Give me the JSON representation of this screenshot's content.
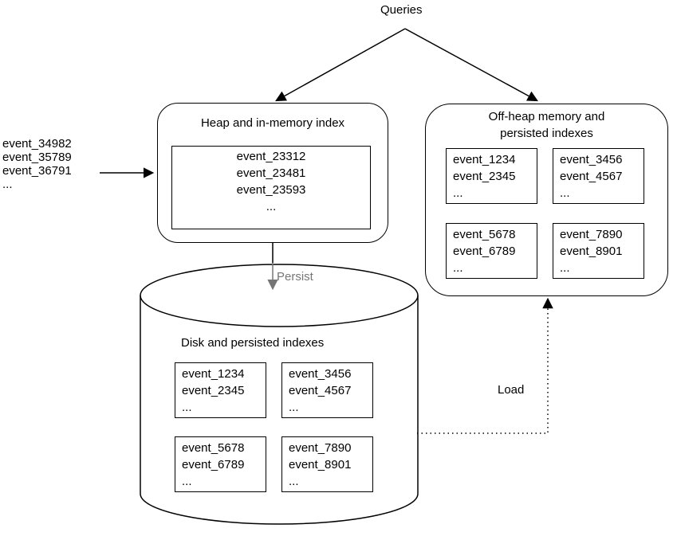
{
  "labels": {
    "queries": "Queries",
    "persist": "Persist",
    "load": "Load"
  },
  "incoming": {
    "lines": [
      "event_34982",
      "event_35789",
      "event_36791",
      "..."
    ]
  },
  "heap": {
    "title": "Heap and in-memory index",
    "lines": [
      "event_23312",
      "event_23481",
      "event_23593",
      "..."
    ]
  },
  "offheap": {
    "title_line1": "Off-heap memory and",
    "title_line2": "persisted indexes",
    "boxes": [
      {
        "lines": [
          "event_1234",
          "event_2345",
          "..."
        ]
      },
      {
        "lines": [
          "event_3456",
          "event_4567",
          "..."
        ]
      },
      {
        "lines": [
          "event_5678",
          "event_6789",
          "..."
        ]
      },
      {
        "lines": [
          "event_7890",
          "event_8901",
          "..."
        ]
      }
    ]
  },
  "disk": {
    "title": "Disk and persisted indexes",
    "boxes": [
      {
        "lines": [
          "event_1234",
          "event_2345",
          "..."
        ]
      },
      {
        "lines": [
          "event_3456",
          "event_4567",
          "..."
        ]
      },
      {
        "lines": [
          "event_5678",
          "event_6789",
          "..."
        ]
      },
      {
        "lines": [
          "event_7890",
          "event_8901",
          "..."
        ]
      }
    ]
  },
  "colors": {
    "stroke": "#000000",
    "persist_gray": "#757575",
    "background": "#ffffff"
  }
}
